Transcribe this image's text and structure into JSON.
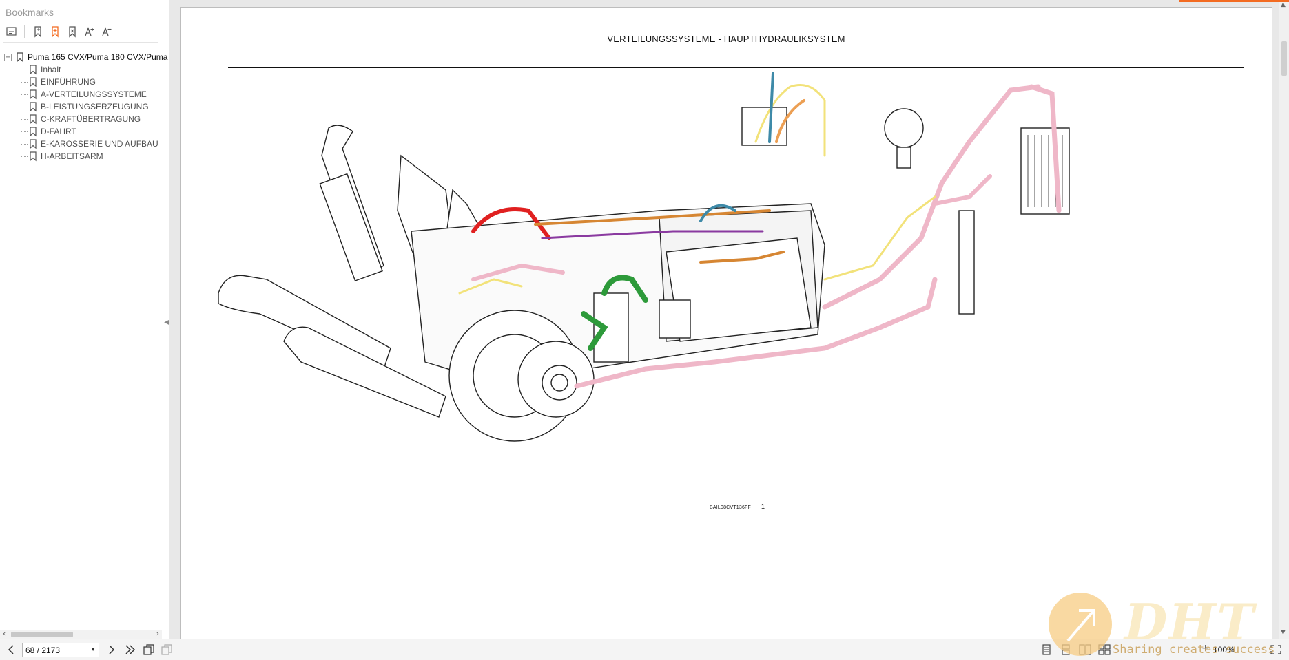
{
  "sidebar": {
    "title": "Bookmarks",
    "tree": {
      "root_label": "Puma 165 CVX/Puma 180 CVX/Puma",
      "toggle": "−",
      "items": [
        {
          "label": "Inhalt"
        },
        {
          "label": "EINFÜHRUNG"
        },
        {
          "label": "A-VERTEILUNGSSYSTEME"
        },
        {
          "label": "B-LEISTUNGSERZEUGUNG"
        },
        {
          "label": "C-KRAFTÜBERTRAGUNG"
        },
        {
          "label": "D-FAHRT"
        },
        {
          "label": "E-KAROSSERIE UND AUFBAU"
        },
        {
          "label": "H-ARBEITSARM"
        }
      ]
    }
  },
  "document": {
    "heading": "VERTEILUNGSSYSTEME - HAUPTHYDRAULIKSYSTEM",
    "figure_code": "BAIL08CVT136FF",
    "figure_number": "1"
  },
  "statusbar": {
    "page_indicator": "68 / 2173",
    "zoom": "100%"
  },
  "watermark": {
    "logo": "DHT",
    "tagline": "Sharing creates success"
  },
  "colors": {
    "accent": "#f36b21",
    "bookmark_icon": "#555555",
    "bookmark_add_icon": "#f36b21"
  }
}
